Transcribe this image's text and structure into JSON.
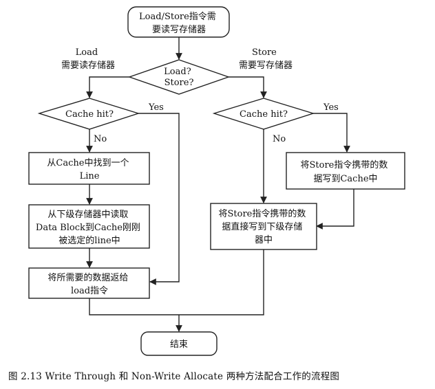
{
  "nodes": {
    "start": [
      "Load/Store指令需",
      "要读写存储器"
    ],
    "decision_load_store": [
      "Load?",
      "Store?"
    ],
    "load_cache_hit": [
      "Cache hit?"
    ],
    "store_cache_hit": [
      "Cache hit?"
    ],
    "find_line": [
      "从Cache中找到一个",
      "Line"
    ],
    "read_block": [
      "从下级存储器中读取",
      "Data Block到Cache刚刚",
      "被选定的line中"
    ],
    "return_data": [
      "将所需要的数据返给",
      "load指令"
    ],
    "store_hit_write": [
      "将Store指令携带的数",
      "据写到Cache中"
    ],
    "store_miss_write": [
      "将Store指令携带的数",
      "据直接写到下级存储",
      "器中"
    ],
    "end": [
      "结束"
    ]
  },
  "edge_labels": {
    "load_branch": [
      "Load",
      "需要读存储器"
    ],
    "store_branch": [
      "Store",
      "需要写存储器"
    ],
    "load_yes": "Yes",
    "load_no": "No",
    "store_yes": "Yes",
    "store_no": "No"
  },
  "caption": "图 2.13   Write Through 和 Non-Write Allocate 两种方法配合工作的流程图"
}
